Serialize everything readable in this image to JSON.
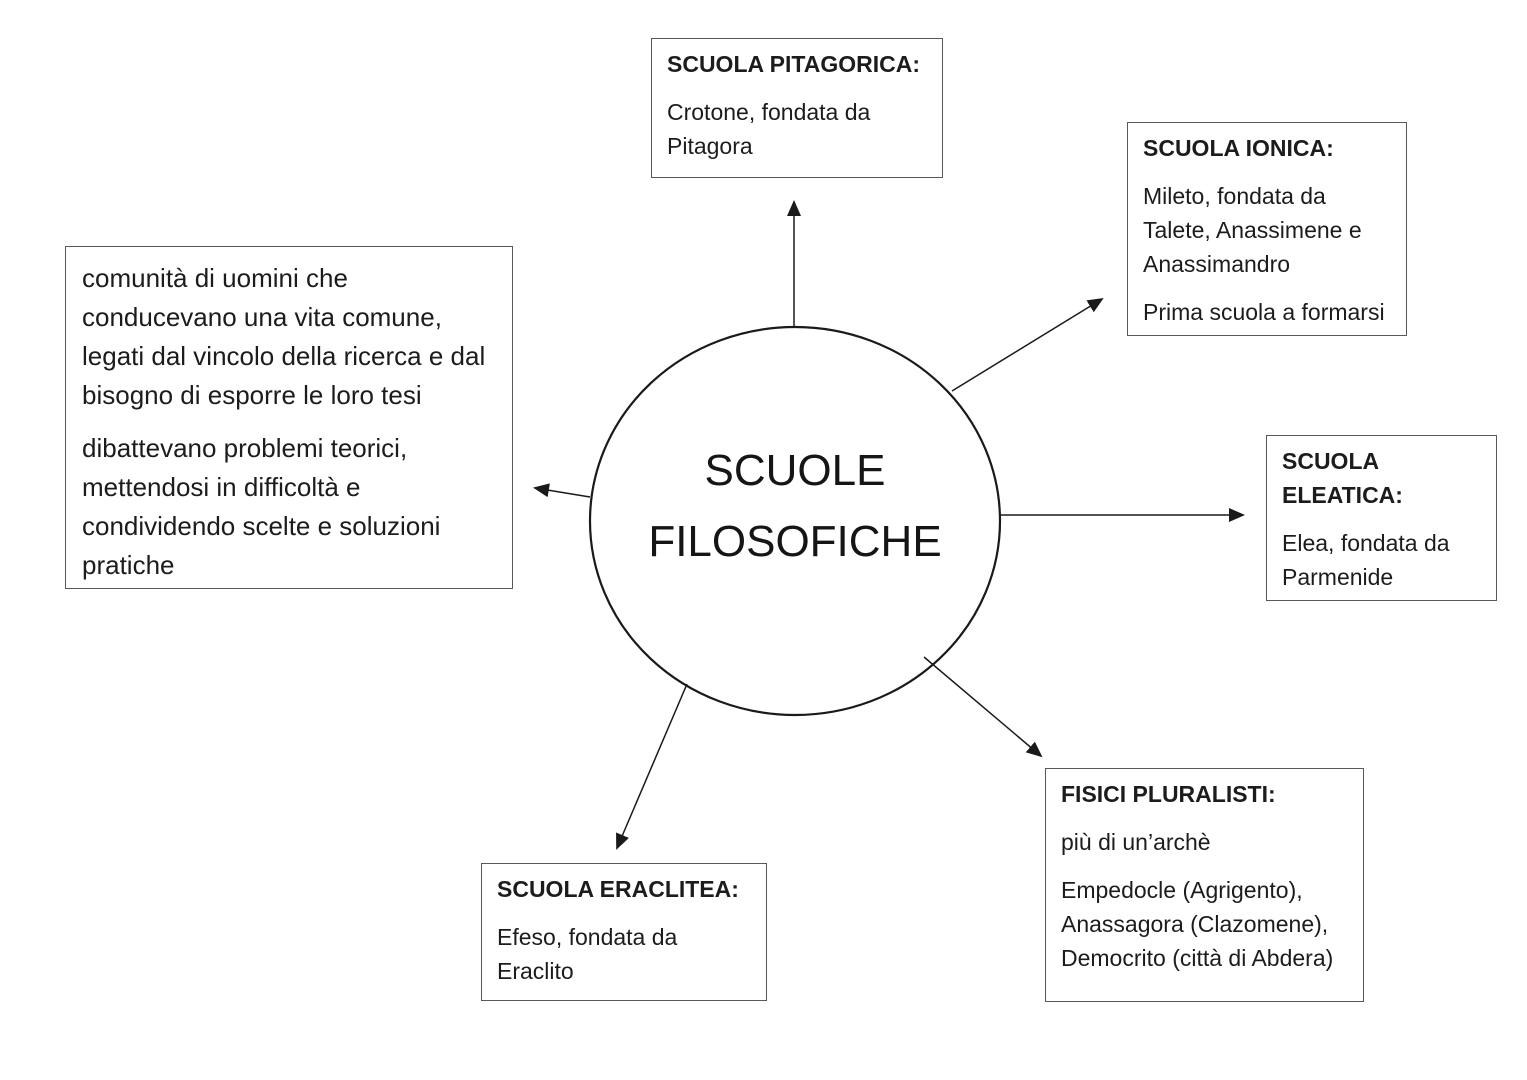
{
  "diagram": {
    "center": {
      "label": "SCUOLE\nFILOSOFICHE"
    },
    "nodes": [
      {
        "id": "pitagorica",
        "title": "SCUOLA PITAGORICA:",
        "paragraphs": [
          "Crotone, fondata da\nPitagora"
        ]
      },
      {
        "id": "ionica",
        "title": "SCUOLA IONICA:",
        "paragraphs": [
          "Mileto, fondata da\nTalete, Anassimene e\nAnassimandro",
          "Prima scuola a formarsi"
        ]
      },
      {
        "id": "eleatica",
        "title": "SCUOLA\nELEATICA:",
        "paragraphs": [
          "Elea, fondata da\nParmenide"
        ]
      },
      {
        "id": "pluralisti",
        "title": "FISICI PLURALISTI:",
        "paragraphs": [
          "più di un’archè",
          "Empedocle (Agrigento),\nAnassagora (Clazomene),\nDemocrito (città di Abdera)"
        ]
      },
      {
        "id": "eraclitea",
        "title": "SCUOLA ERACLITEA:",
        "paragraphs": [
          "Efeso, fondata da\nEraclito"
        ]
      },
      {
        "id": "descrizione",
        "paragraphs": [
          "comunità di uomini che\nconducevano una vita comune,\nlegati dal vincolo della ricerca e dal\nbisogno di esporre le loro tesi",
          "dibattevano problemi teorici,\nmettendosi in difficoltà e\ncondividendo scelte e soluzioni\npratiche"
        ]
      }
    ],
    "edges": [
      {
        "from": "center",
        "to": "pitagorica"
      },
      {
        "from": "center",
        "to": "ionica"
      },
      {
        "from": "center",
        "to": "eleatica"
      },
      {
        "from": "center",
        "to": "pluralisti"
      },
      {
        "from": "center",
        "to": "eraclitea"
      },
      {
        "from": "center",
        "to": "descrizione"
      }
    ],
    "colors": {
      "background": "#ffffff",
      "stroke": "#1a1a1a",
      "box_border": "#595959",
      "text": "#1c1c1c"
    }
  }
}
